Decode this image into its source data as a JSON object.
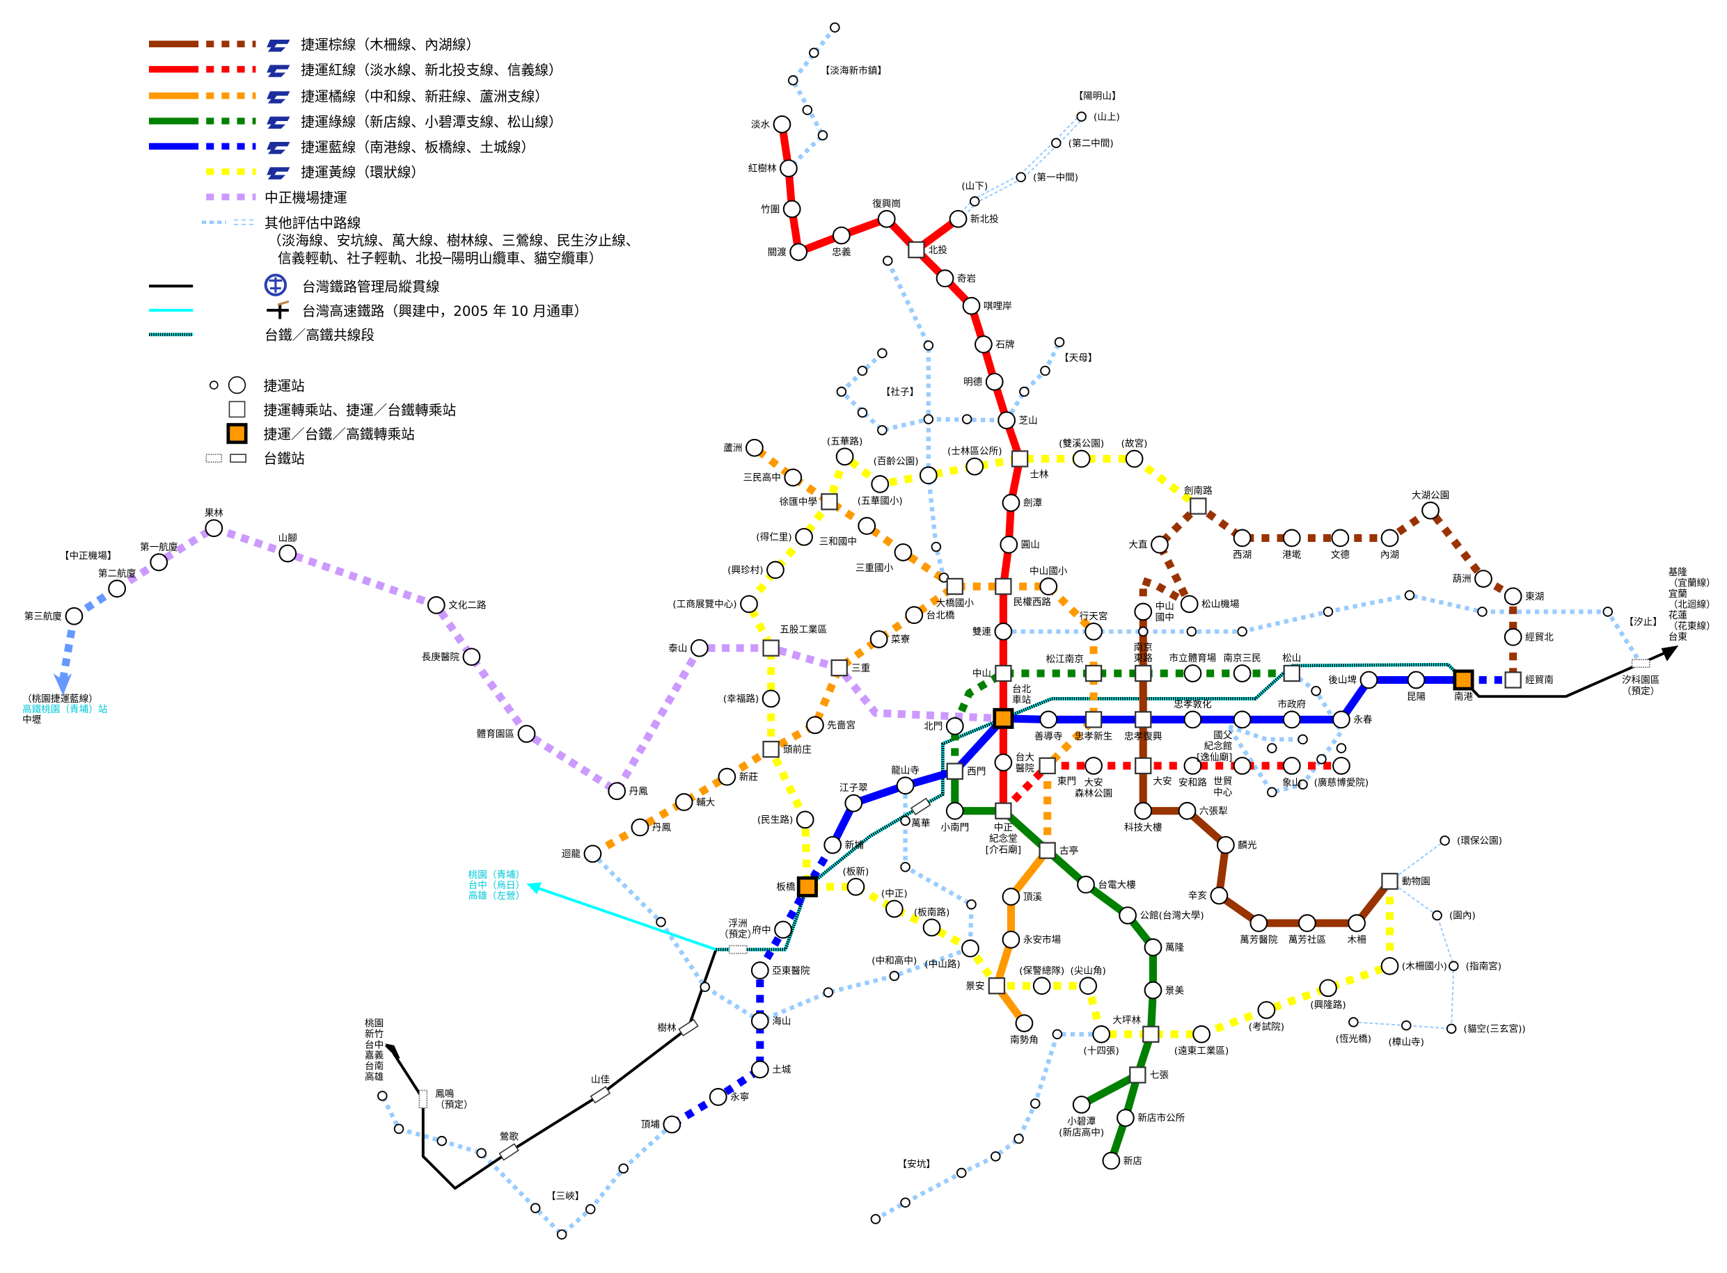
{
  "legend": {
    "brown": "捷運棕線（木柵線、內湖線）",
    "red": "捷運紅線（淡水線、新北投支線、信義線）",
    "orange": "捷運橘線（中和線、新莊線、蘆洲支線）",
    "green": "捷運綠線（新店線、小碧潭支線、松山線）",
    "blue": "捷運藍線（南港線、板橋線、土城線）",
    "yellow": "捷運黃線（環狀線）",
    "purple": "中正機場捷運",
    "other": "其他評估中路線",
    "other_list_1": "（淡海線、安坑線、萬大線、樹林線、三鶯線、民生汐止線、",
    "other_list_2": "信義輕軌、社子輕軌、北投─陽明山纜車、貓空纜車）",
    "tra": "台灣鐵路管理局縱貫線",
    "hsr": "台灣高速鐵路（興建中，2005 年 10 月通車）",
    "shared": "台鐵／高鐵共線段",
    "mrt_station": "捷運站",
    "transfer_station": "捷運轉乘站、捷運／台鐵轉乘站",
    "hsr_transfer": "捷運／台鐵／高鐵轉乘站",
    "tra_station": "台鐵站"
  },
  "colors": {
    "brown": "#993300",
    "red": "#ff0000",
    "orange": "#ff9900",
    "green": "#008000",
    "blue": "#0000ff",
    "yellow": "#ffff00",
    "purple": "#cc99ff",
    "lightblue": "#99ccff",
    "tra": "#000000",
    "hsr": "#00ffff",
    "airport_blue": "#6699ff"
  },
  "areas": {
    "danhai": "【淡海新市鎮】",
    "yangmingshan": "【陽明山】",
    "shezi": "【社子】",
    "tianmu": "【天母】",
    "xizhi": "【汐止】",
    "sanxia": "【三峽】",
    "ankeng": "【安坑】",
    "airport": "【中正機場】"
  },
  "destinations": {
    "east": [
      "基隆",
      "（宜蘭線）",
      "宜蘭",
      "（北迴線）",
      "花蓮",
      "（花東線）",
      "台東"
    ],
    "south": [
      "桃園",
      "新竹",
      "台中",
      "嘉義",
      "台南",
      "高雄"
    ],
    "hsr": [
      "桃園（青埔）",
      "台中（烏日）",
      "高雄（左營）"
    ],
    "airport": [
      "（桃園捷運藍線）",
      "高鐵桃園（青埔）站",
      "中壢"
    ]
  },
  "stations": {
    "tamsui": "淡水",
    "hongshulin": "紅樹林",
    "zhuwei": "竹圍",
    "guandu": "關渡",
    "zhongyi": "忠義",
    "fuxinggang": "復興崗",
    "beitou": "北投",
    "xinbeitou": "新北投",
    "qiyan": "奇岩",
    "qilian": "唭哩岸",
    "shipai": "石牌",
    "mingde": "明德",
    "zhishan": "芝山",
    "shilin": "士林",
    "jiantan": "劍潭",
    "yuanshan": "圓山",
    "minquan": "民權西路",
    "shuanglian": "雙連",
    "zhongshan": "中山",
    "taipei": "台北\n車站",
    "ntuh": "台大\n醫院",
    "cks": "中正\n紀念堂\n[介石廟]",
    "dongmen": "東門",
    "daanpark": "大安\n森林公園",
    "daan": "大安",
    "anhe": "安和路",
    "wtc": "世貿\n中心",
    "xiangshan": "象山",
    "guangci": "(廣慈博愛院)",
    "guting": "古亭",
    "dingxi": "頂溪",
    "yongan": "永安市場",
    "jingan": "景安",
    "nanshijiao": "南勢角",
    "songjiang": "松江南京",
    "xingtian": "行天宮",
    "zsprimary": "中山國小",
    "dqprimary": "大橋國小",
    "taipeibridge": "台北橋",
    "cailiao": "菜寮",
    "sanchong": "三重",
    "xianse": "先嗇宮",
    "touqianzhuang": "頭前庄",
    "xinzhuang": "新莊",
    "fuda": "輔大",
    "danfeng": "丹鳳",
    "huilong": "迴龍",
    "scprimary": "三重國小",
    "shjh": "三和國中",
    "xuhui": "徐匯中學",
    "sanmin": "三民高中",
    "luzhou": "蘆洲",
    "zhongxiaoxinsheng": "忠孝新生",
    "ximen": "西門",
    "xiaonanmen": "小南門",
    "taipower": "台電大樓",
    "gongguan": "公館(台灣大學)",
    "wanlong": "萬隆",
    "jingmei": "景美",
    "dapinglin": "大坪林",
    "qizhang": "七張",
    "xiaobitan": "小碧潭\n(新店高中)",
    "xindiancity": "新店市公所",
    "xindian": "新店",
    "beimen": "北門",
    "nanjinge": "南京\n東路",
    "stadium": "市立體育場",
    "nanjingsanmin": "南京三民",
    "songshan": "松山",
    "nangang": "南港",
    "jingmaonan": "經貿南",
    "kunyang": "昆陽",
    "houshanpi": "後山埤",
    "yongchun": "永春",
    "cityhall": "市政府",
    "sunyatsen": "國父\n紀念館\n[逸仙廟]",
    "zhongxiaodunhua": "忠孝敦化",
    "zhongxiaofuxing": "忠孝復興",
    "shandao": "善導寺",
    "longshan": "龍山寺",
    "jiangzicui": "江子翠",
    "xinpu": "新埔",
    "banqiao": "板橋",
    "fuzhong": "府中",
    "yadong": "亞東醫院",
    "haishan": "海山",
    "tucheng": "土城",
    "yongning": "永寧",
    "dingpu": "頂埔",
    "zoo": "動物園",
    "muzha": "木柵",
    "wanfangcomm": "萬芳社區",
    "wanfanghosp": "萬芳醫院",
    "xinhai": "辛亥",
    "linguang": "麟光",
    "liuzhangli": "六張犁",
    "technology": "科技大樓",
    "zhongshanjh": "中山\n國中",
    "songshanairport": "松山機場",
    "dazhi": "大直",
    "jiannan": "劍南路",
    "xihu": "西湖",
    "gangqian": "港墘",
    "wende": "文德",
    "neihu": "內湖",
    "dahu": "大湖公園",
    "huzhou": "葫洲",
    "donghu": "東湖",
    "jingmaobei": "經貿北",
    "yuandong": "(遠東工業區)",
    "kaoshi": "(考試院)",
    "xinglong": "(興隆路)",
    "muzhaprimary": "(木柵國小)",
    "shisizhang": "(十四張)",
    "jianshanjiao": "(尖山角)",
    "baojing": "(保警總隊)",
    "zhongshanrd": "(中山路)",
    "bannan": "(板南路)",
    "zhongzheng": "(中正)",
    "banxin": "(板新)",
    "minsheng": "(民生路)",
    "xingfu": "(幸福路)",
    "wugu": "五股工業區",
    "expo": "(工商展覽中心)",
    "xingzhen": "(興珍村)",
    "derenli": "(得仁里)",
    "wuhua": "(五華路)",
    "wuhuaprimary": "(五華國小)",
    "bailing": "(百齡公園)",
    "shilindistrict": "(士林區公所)",
    "shuangxi": "(雙溪公園)",
    "gugong": "(故宮)",
    "t3": "第三航廈",
    "t2": "第二航廈",
    "t1": "第一航廈",
    "guolin": "果林",
    "shanjiao": "山腳",
    "wenhua": "文化二路",
    "changgung": "長庚醫院",
    "sports": "體育園區",
    "danfeng2": "丹鳳",
    "taishan": "泰山",
    "fengming": "鳳鳴\n（預定）",
    "yingge": "鶯歌",
    "shanjia": "山佳",
    "shulin": "樹林",
    "fuzhou": "浮洲\n（預定）",
    "wanhua": "萬華",
    "xike": "汐科園區\n（預定）",
    "shanxia": "(山下)",
    "first_mid": "(第一中間)",
    "second_mid": "(第二中間)",
    "shanshang": "(山上)",
    "huanbao": "(環保公園)",
    "yuannei": "(園內)",
    "zhinan": "(指南宮)",
    "maokong": "(貓空(三玄宮))",
    "zhangshan": "(樟山寺)",
    "hengguang": "(恆光橋)",
    "zhonghehs": "(中和高中)"
  }
}
